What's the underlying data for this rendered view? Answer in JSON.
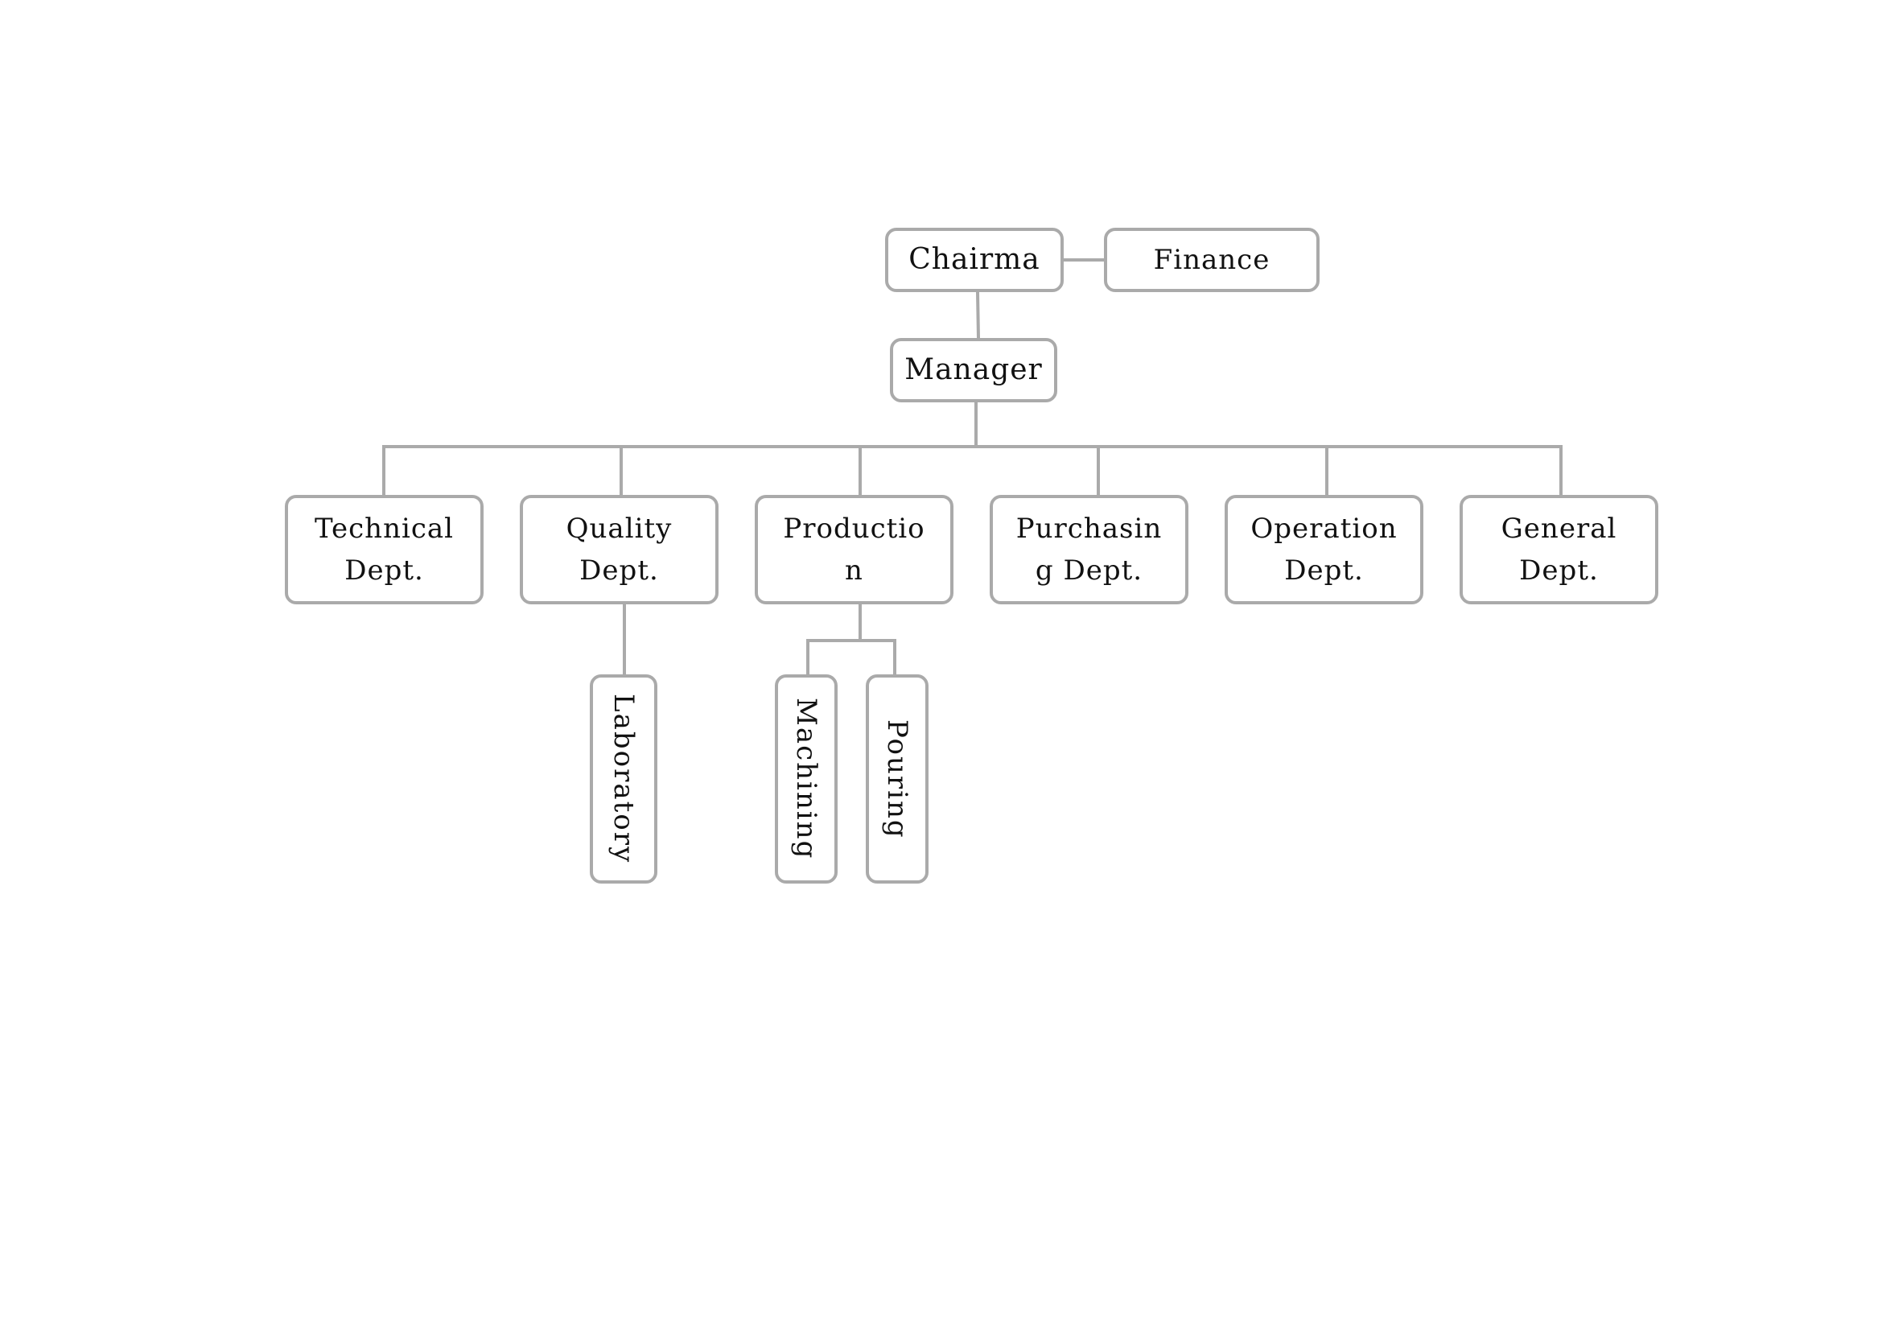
{
  "diagram": {
    "top": {
      "chairman": "Chairma",
      "finance": "Finance",
      "manager": "Manager"
    },
    "departments": {
      "technical": "Technical\nDept.",
      "quality": "Quality\nDept.",
      "production": "Productio\nn",
      "purchasing": "Purchasin\ng Dept.",
      "operation": "Operation\nDept.",
      "general": "General\nDept."
    },
    "sub_units": {
      "laboratory": "Laboratory",
      "machining": "Machining",
      "pouring": "Pouring"
    },
    "colors": {
      "border": "#aaaaaa",
      "connector": "#aaaaaa",
      "text": "#111111",
      "background": "#ffffff"
    }
  }
}
